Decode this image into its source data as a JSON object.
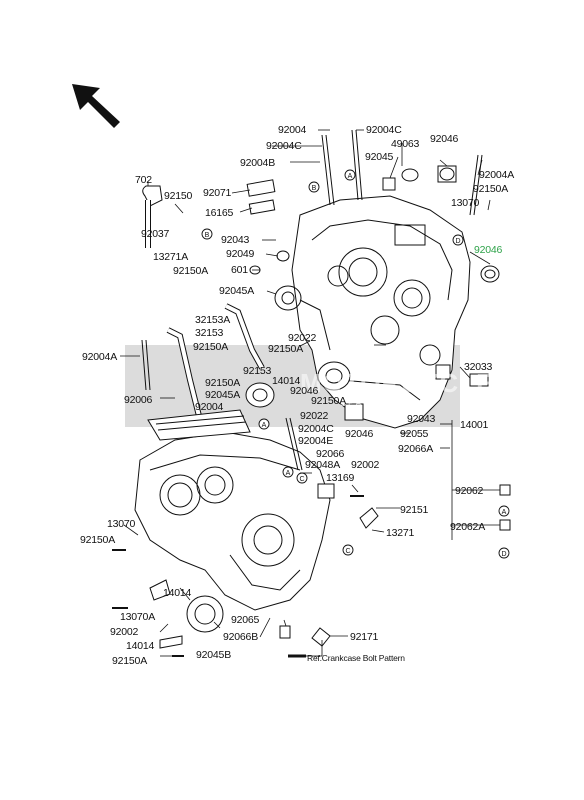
{
  "diagram": {
    "highlight_color": "#2fa34a",
    "line_color": "#111111",
    "watermark": {
      "text": "MOTORCYCLE",
      "sub": "SPAREPARTS"
    },
    "callouts": [
      "A",
      "B",
      "C",
      "D"
    ],
    "labels": {
      "l702": "702",
      "l92150a": "92150",
      "l92037": "92037",
      "l92071": "92071",
      "l16165": "16165",
      "l92004_top": "92004",
      "l92004c_top": "92004C",
      "l92004c_2": "92004C",
      "l92004b": "92004B",
      "l92045_top": "92045",
      "l49063": "49063",
      "l92046_top": "92046",
      "l92004a_r": "92004A",
      "l92150a_r": "92150A",
      "l13070_r": "13070",
      "l92046_green": "92046",
      "l92043_a": "92043",
      "l92049": "92049",
      "l601": "601",
      "l13271a": "13271A",
      "l92150a_2": "92150A",
      "l92045a": "92045A",
      "l32153a": "32153A",
      "l32153": "32153",
      "l92150a_3": "92150A",
      "l92022_a": "92022",
      "l92150a_4": "92150A",
      "l92004a_l": "92004A",
      "l92153": "92153",
      "l14014_a": "14014",
      "l92150a_5": "92150A",
      "l92045a_2": "92045A",
      "l92046_mid": "92046",
      "l92150a_6": "92150A",
      "l32033": "32033",
      "l92006": "92006",
      "l92004_mid": "92004",
      "l92022_b": "92022",
      "l92004c_mid": "92004C",
      "l92046_b": "92046",
      "l92055": "92055",
      "l92043_b": "92043",
      "l14001": "14001",
      "l92004e": "92004E",
      "l92066a": "92066A",
      "l92066": "92066",
      "l92048a": "92048A",
      "l92002_a": "92002",
      "l13169": "13169",
      "l92062": "92062",
      "l92151": "92151",
      "l13070_l": "13070",
      "l92062a": "92062A",
      "l92150a_7": "92150A",
      "l13271": "13271",
      "l14014_b": "14014",
      "l13070a": "13070A",
      "l92002_b": "92002",
      "l92065": "92065",
      "l92066b": "92066B",
      "l14014_c": "14014",
      "l92171": "92171",
      "l92150a_8": "92150A",
      "l92045b": "92045B",
      "l_ref": "Ref.Crankcase Bolt Pattern"
    }
  }
}
